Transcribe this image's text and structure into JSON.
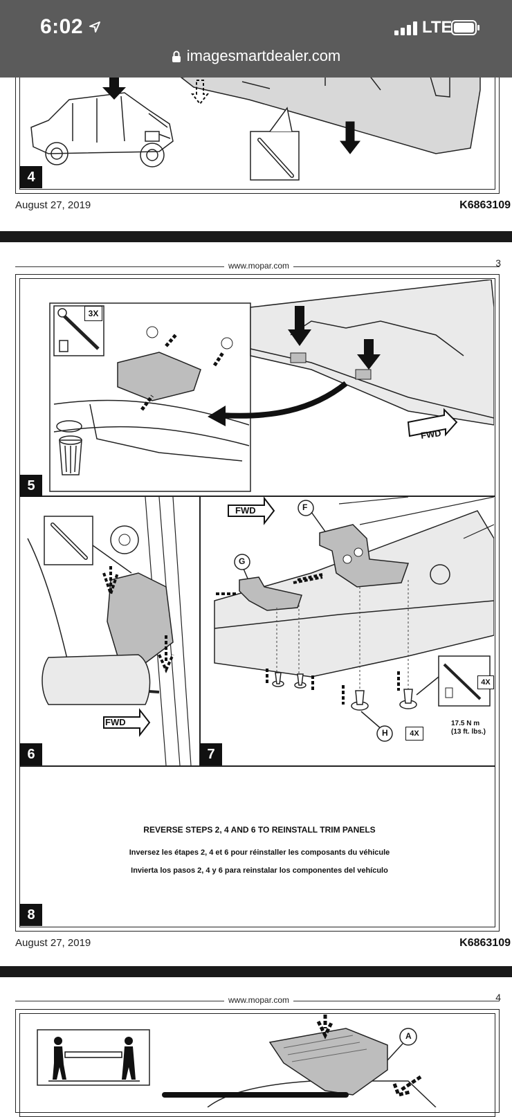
{
  "status_bar": {
    "time": "6:02",
    "network": "LTE",
    "icons": [
      "location-arrow-icon",
      "cellular-signal-icon",
      "battery-icon"
    ]
  },
  "browser": {
    "url": "imagesmartdealer.com",
    "lock_icon": "lock-icon"
  },
  "pages": {
    "page2_footer": {
      "date": "August 27, 2019",
      "code": "K6863109"
    },
    "page3": {
      "site": "www.mopar.com",
      "number": "3",
      "steps": {
        "s5": {
          "number": "5",
          "qty": "3X",
          "fwd": "FWD"
        },
        "s6": {
          "number": "6",
          "fwd": "FWD"
        },
        "s7": {
          "number": "7",
          "fwd": "FWD",
          "callout_f": "F",
          "callout_g": "G",
          "callout_h": "H",
          "qty_h": "4X",
          "qty_tool": "4X",
          "torque_1": "17.5 N m",
          "torque_2": "(13 ft. lbs.)"
        },
        "s8": {
          "number": "8",
          "en": "REVERSE STEPS 2, 4 AND 6 TO REINSTALL TRIM PANELS",
          "fr": "Inversez les étapes 2, 4 et 6 pour réinstaller les composants du véhicule",
          "es": "Invierta los pasos 2, 4 y 6 para reinstalar los componentes del vehículo"
        }
      },
      "footer": {
        "date": "August 27, 2019",
        "code": "K6863109"
      }
    },
    "page4": {
      "site": "www.mopar.com",
      "number": "4",
      "callout_a": "A"
    },
    "page2_step": {
      "number": "4"
    }
  },
  "colors": {
    "chrome_bg": "#5b5b5b",
    "separator": "#1a1a1a",
    "part_gray": "#d8d8d8"
  }
}
